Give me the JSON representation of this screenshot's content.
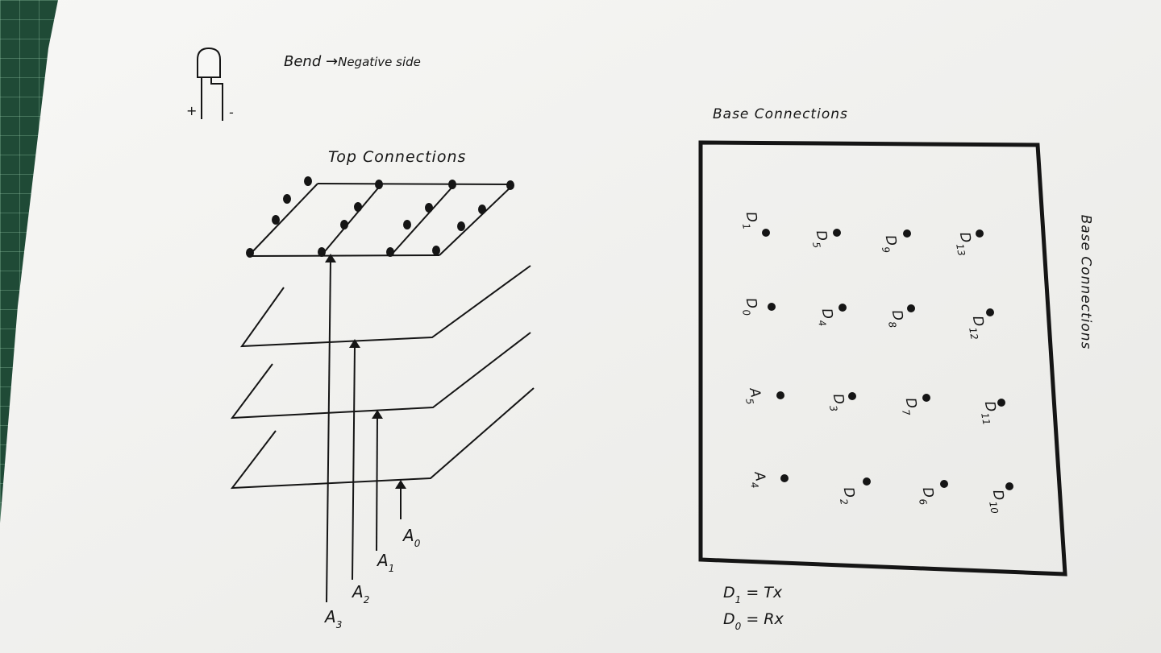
{
  "legend": {
    "bend_text": "Bend",
    "arrow": "→",
    "negative_side_text": "Negative side",
    "plus": "+",
    "minus": "-"
  },
  "top_section": {
    "title": "Top Connections",
    "anode_labels": [
      {
        "letter": "A",
        "sub": "0"
      },
      {
        "letter": "A",
        "sub": "1"
      },
      {
        "letter": "A",
        "sub": "2"
      },
      {
        "letter": "A",
        "sub": "3"
      }
    ]
  },
  "base_section": {
    "title": "Base Connections",
    "side_title": "Base Connections",
    "pin_rows": [
      [
        {
          "letter": "D",
          "sub": "1"
        },
        {
          "letter": "D",
          "sub": "5"
        },
        {
          "letter": "D",
          "sub": "9"
        },
        {
          "letter": "D",
          "sub": "13"
        }
      ],
      [
        {
          "letter": "D",
          "sub": "0"
        },
        {
          "letter": "D",
          "sub": "4"
        },
        {
          "letter": "D",
          "sub": "8"
        },
        {
          "letter": "D",
          "sub": "12"
        }
      ],
      [
        {
          "letter": "A",
          "sub": "5"
        },
        {
          "letter": "D",
          "sub": "3"
        },
        {
          "letter": "D",
          "sub": "7"
        },
        {
          "letter": "D",
          "sub": "11"
        }
      ],
      [
        {
          "letter": "A",
          "sub": "4"
        },
        {
          "letter": "D",
          "sub": "2"
        },
        {
          "letter": "D",
          "sub": "6"
        },
        {
          "letter": "D",
          "sub": "10"
        }
      ]
    ],
    "notes": [
      {
        "pin": "D",
        "sub": "1",
        "eq": "=",
        "value": "Tx"
      },
      {
        "pin": "D",
        "sub": "0",
        "eq": "=",
        "value": "Rx"
      }
    ]
  },
  "colors": {
    "paper": "#f4f4f2",
    "ink": "#151515",
    "mat": "#1f4a36"
  }
}
